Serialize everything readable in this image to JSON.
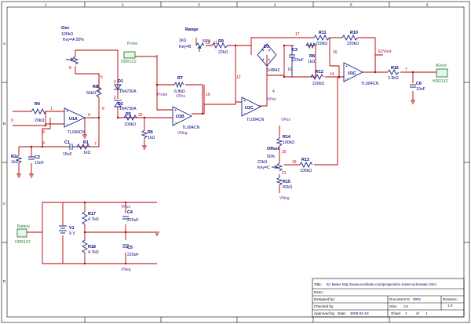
{
  "schematic": {
    "frame": {
      "rows": [
        "A",
        "B",
        "C",
        "D"
      ],
      "cols": [
        "1",
        "2",
        "3",
        "4",
        "5",
        "6"
      ]
    },
    "components": {
      "osc_pot": {
        "title": "Osc",
        "value": "100kΩ",
        "key": "Key=A  50%"
      },
      "r1": {
        "ref": "R1",
        "value": "1kΩ"
      },
      "r2": {
        "ref": "R2",
        "value": "1kΩ"
      },
      "r3": {
        "ref": "R3",
        "value": "56kΩ"
      },
      "r4": {
        "ref": "R4",
        "value": "20kΩ"
      },
      "r5": {
        "ref": "R5",
        "value": "100kΩ"
      },
      "r6": {
        "ref": "R6",
        "value": "1kΩ"
      },
      "r7": {
        "ref": "R7",
        "value": "6.8kΩ"
      },
      "r8": {
        "ref": "R8",
        "value": "1kΩ"
      },
      "r9": {
        "ref": "R9",
        "value": "22kΩ"
      },
      "r10": {
        "ref": "R10",
        "value": "220kΩ"
      },
      "r11": {
        "ref": "R11",
        "value": "220kΩ"
      },
      "r12": {
        "ref": "R12",
        "value": "220kΩ"
      },
      "r13": {
        "ref": "R13",
        "value": "100kΩ"
      },
      "r14": {
        "ref": "R14",
        "value": "100kΩ"
      },
      "r15": {
        "ref": "R15",
        "value": "82kΩ"
      },
      "r16": {
        "ref": "R16",
        "value": "3.9kΩ"
      },
      "r17": {
        "ref": "R17",
        "value": "4.7kΩ"
      },
      "r18": {
        "ref": "R18",
        "value": "4.7kΩ"
      },
      "c1": {
        "ref": "C1",
        "value": "15nF"
      },
      "c2": {
        "ref": "C2",
        "value": "15nF"
      },
      "c3": {
        "ref": "C3",
        "value": "220nF"
      },
      "c4": {
        "ref": "C4",
        "value": "220uF"
      },
      "c5": {
        "ref": "C5",
        "value": "220uF"
      },
      "c6": {
        "ref": "C6",
        "value": "10nF"
      },
      "d1": {
        "ref": "D1",
        "value": "1N4730A"
      },
      "d2": {
        "ref": "D2",
        "value": "1N4730A"
      },
      "d3": {
        "ref": "D3",
        "value": "1/4B42"
      },
      "u1a": {
        "ref": "U1A",
        "value": "TL084CN"
      },
      "u1b": {
        "ref": "U1B",
        "value": "TL084CN"
      },
      "u1c": {
        "ref": "U1C",
        "value": "TL084CN"
      },
      "u1d": {
        "ref": "U1C",
        "value": "TL084CN"
      },
      "range_pot": {
        "title": "Range",
        "value": "2kΩ",
        "key": "Key=B",
        "pct": "50%"
      },
      "offset_pot": {
        "title": "Offset",
        "value": "22kΩ",
        "key": "Key=C",
        "pct": "50%"
      },
      "battery": {
        "ref": "V1",
        "value": "9 V"
      }
    },
    "connectors": {
      "probe_hdr": {
        "title": "Probe",
        "ref": "HDR1X2"
      },
      "adout_hdr": {
        "title": "ADout",
        "ref": "HDR1X2"
      },
      "battery_hdr": {
        "title": "Battery",
        "ref": "HDR1X2"
      }
    },
    "net_labels": {
      "probe": "Probe",
      "ecvout": "EcVout",
      "vpos": "VPos",
      "vneg": "VNeg"
    },
    "nodes": [
      "0",
      "1",
      "2",
      "3",
      "4",
      "5",
      "6",
      "7",
      "8",
      "9",
      "10",
      "11",
      "12",
      "13",
      "14",
      "15",
      "16",
      "17",
      "18",
      "19",
      "20",
      "21",
      "22"
    ],
    "title_block": {
      "title_label": "Title:",
      "title_value": "Ec Meter http://www.ecofinder.com/projects/ec-meter-schematic.html",
      "desc_label": "Desc.:",
      "designed_label": "Designed by:",
      "document_label": "Document N:",
      "document_value": "0001",
      "revision_label": "Revision:",
      "revision_value": "1.0",
      "checked_label": "Checked by:",
      "size_label": "Size:",
      "size_value": "A3",
      "date_label": "Date:",
      "date_value": "2008-02-19",
      "sheet_label": "Sheet",
      "sheet_value": "1",
      "of_label": "of",
      "of_value": "1",
      "approved_label": "Approved by:"
    }
  }
}
